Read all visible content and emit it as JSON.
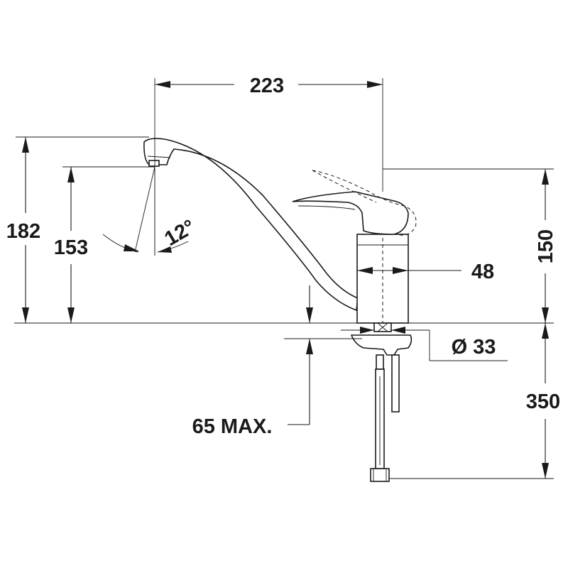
{
  "dimensions": {
    "spout_reach": "223",
    "total_height": "182",
    "outlet_height": "153",
    "swivel_angle": "12°",
    "body_diameter": "48",
    "hole_diameter": "Ø 33",
    "body_height": "150",
    "max_counter_thickness": "65 MAX.",
    "hose_length": "350"
  }
}
